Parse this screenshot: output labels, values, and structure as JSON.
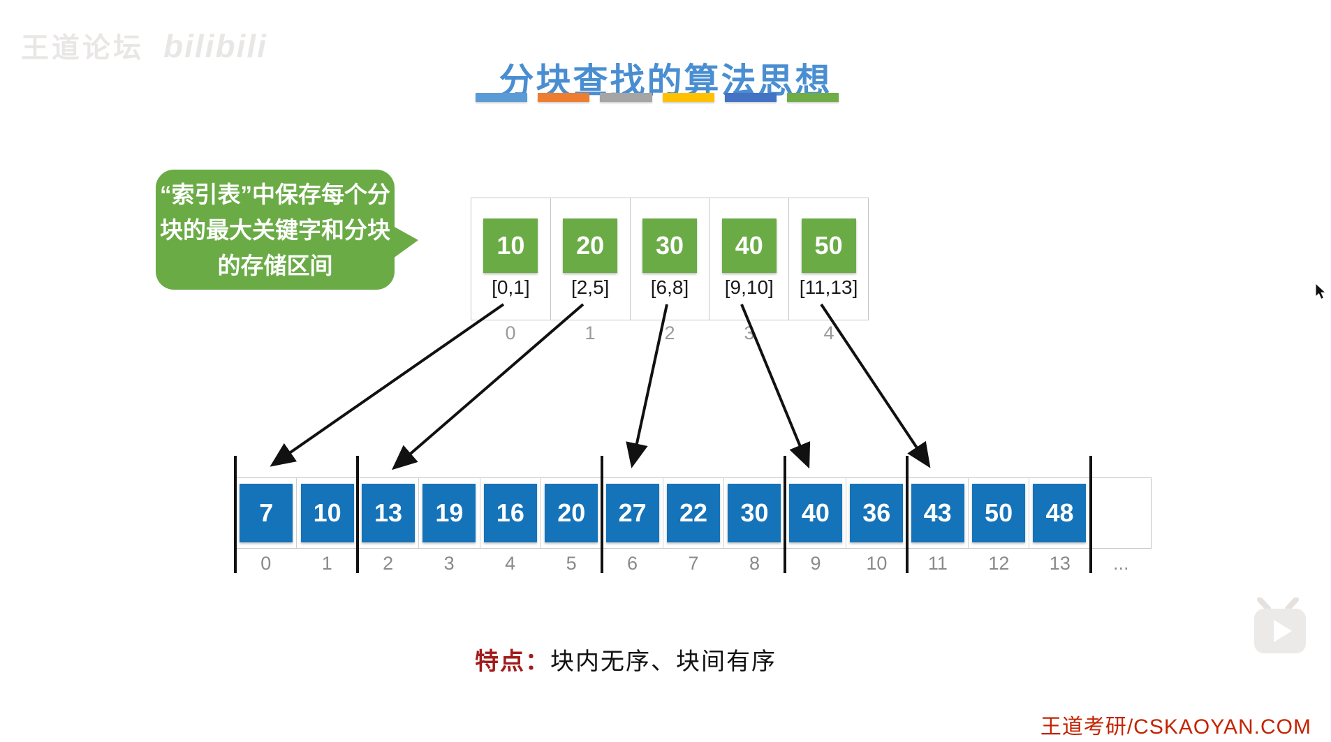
{
  "watermark": {
    "site_name": "王道论坛",
    "brand_name": "bilibili"
  },
  "title": {
    "text": "分块查找的算法思想",
    "color": "#4a8ed2",
    "underline_colors": [
      "#5B9BD5",
      "#ED7D31",
      "#A5A5A5",
      "#FFC000",
      "#4472C4",
      "#70AD47"
    ]
  },
  "callout": {
    "lines": [
      "“索引表”中保存每个分",
      "块的最大关键字和分块",
      "的存储区间"
    ],
    "bg_color": "#6aab46"
  },
  "index_table": {
    "key_color": "#6aab46",
    "entries": [
      {
        "key": "10",
        "range": "[0,1]",
        "index": "0"
      },
      {
        "key": "20",
        "range": "[2,5]",
        "index": "1"
      },
      {
        "key": "30",
        "range": "[6,8]",
        "index": "2"
      },
      {
        "key": "40",
        "range": "[9,10]",
        "index": "3"
      },
      {
        "key": "50",
        "range": "[11,13]",
        "index": "4"
      }
    ]
  },
  "array": {
    "cell_color": "#1573b9",
    "cells": [
      {
        "value": "7",
        "index": "0"
      },
      {
        "value": "10",
        "index": "1"
      },
      {
        "value": "13",
        "index": "2"
      },
      {
        "value": "19",
        "index": "3"
      },
      {
        "value": "16",
        "index": "4"
      },
      {
        "value": "20",
        "index": "5"
      },
      {
        "value": "27",
        "index": "6"
      },
      {
        "value": "22",
        "index": "7"
      },
      {
        "value": "30",
        "index": "8"
      },
      {
        "value": "40",
        "index": "9"
      },
      {
        "value": "36",
        "index": "10"
      },
      {
        "value": "43",
        "index": "11"
      },
      {
        "value": "50",
        "index": "12"
      },
      {
        "value": "48",
        "index": "13"
      },
      {
        "value": "",
        "index": "..."
      }
    ]
  },
  "feature": {
    "label": "特点：",
    "label_color": "#a11b1b",
    "text": "块内无序、块间有序"
  },
  "footer": {
    "brand": "王道考研/CSKAOYAN.COM",
    "color": "#c32300"
  }
}
